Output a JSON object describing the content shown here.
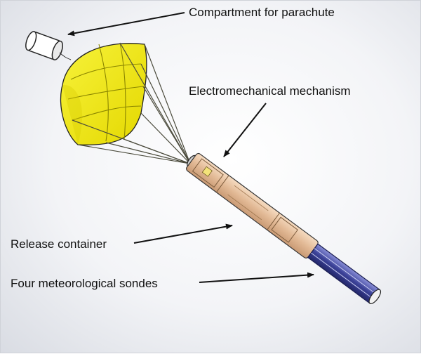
{
  "labels": {
    "compartment": "Compartment for parachute",
    "mechanism": "Electromechanical mechanism",
    "release": "Release container",
    "sondes": "Four meteorological sondes"
  },
  "colors": {
    "canopy": "#f0ea1c",
    "canopy_shade": "#c9bf00",
    "tube": "#e8c7a6",
    "sonde_body": "#4a4fa0",
    "line": "#111111"
  }
}
